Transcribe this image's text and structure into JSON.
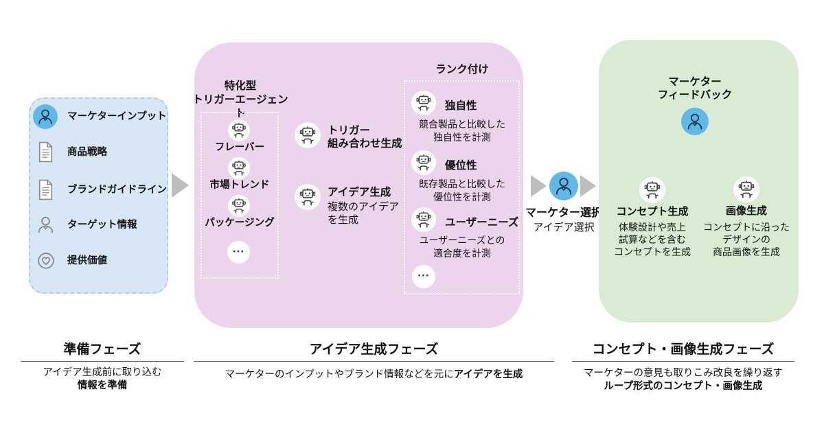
{
  "prep": {
    "items": [
      {
        "icon": "marketer-input-icon",
        "label": "マーケターインプット"
      },
      {
        "icon": "document-icon",
        "label": "商品戦略"
      },
      {
        "icon": "document-icon",
        "label": "ブランドガイドライン"
      },
      {
        "icon": "target-person-icon",
        "label": "ターゲット情報"
      },
      {
        "icon": "value-heart-icon",
        "label": "提供価値"
      }
    ],
    "footer": {
      "title": "準備フェーズ",
      "desc": "アイデア生成前に取り込む",
      "desc_bold": "情報を準備"
    }
  },
  "idea": {
    "agents_title_1": "特化型",
    "agents_title_2": "トリガーエージェント",
    "agents": [
      {
        "label": "フレーバー"
      },
      {
        "label": "市場トレンド"
      },
      {
        "label": "パッケージング"
      }
    ],
    "agents_more": "...",
    "trigger_combo_1": "トリガー",
    "trigger_combo_2": "組み合わせ生成",
    "idea_gen_title": "アイデア生成",
    "idea_gen_desc_1": "複数のアイデア",
    "idea_gen_desc_2": "を生成",
    "ranking_title": "ランク付け",
    "ranking_items": [
      {
        "label": "独自性",
        "desc_1": "競合製品と比較した",
        "desc_2": "独自性を計測"
      },
      {
        "label": "優位性",
        "desc_1": "既存製品と比較した",
        "desc_2": "優位性を計測"
      },
      {
        "label": "ユーザーニーズ",
        "desc_1": "ユーザーニーズとの",
        "desc_2": "適合度を計測"
      }
    ],
    "ranking_more": "...",
    "footer": {
      "title": "アイデア生成フェーズ",
      "desc": "マーケターのインプットやブランド情報などを元に",
      "desc_bold": "アイデアを生成"
    }
  },
  "selection": {
    "label": "マーケター選択",
    "sublabel": "アイデア選択"
  },
  "concept": {
    "feedback_1": "マーケター",
    "feedback_2": "フィードバック",
    "concept_gen": {
      "title": "コンセプト生成",
      "desc_1": "体験設計や売上",
      "desc_2": "試算などを含む",
      "desc_3": "コンセプトを生成"
    },
    "image_gen": {
      "title": "画像生成",
      "desc_1": "コンセプトに沿った",
      "desc_2": "デザインの",
      "desc_3": "商品画像を生成"
    },
    "footer": {
      "title": "コンセプト・画像生成フェーズ",
      "desc": "マーケターの意見も取りこみ改良を繰り返す",
      "desc_bold": "ループ形式のコンセプト・画像生成"
    }
  },
  "colors": {
    "prep_bg": "#d7e7f5",
    "idea_bg": "#edd4ed",
    "concept_bg": "#d9ecd3",
    "person_circle": "#5fb9e6",
    "flow_arrow": "#bdbdbd"
  }
}
